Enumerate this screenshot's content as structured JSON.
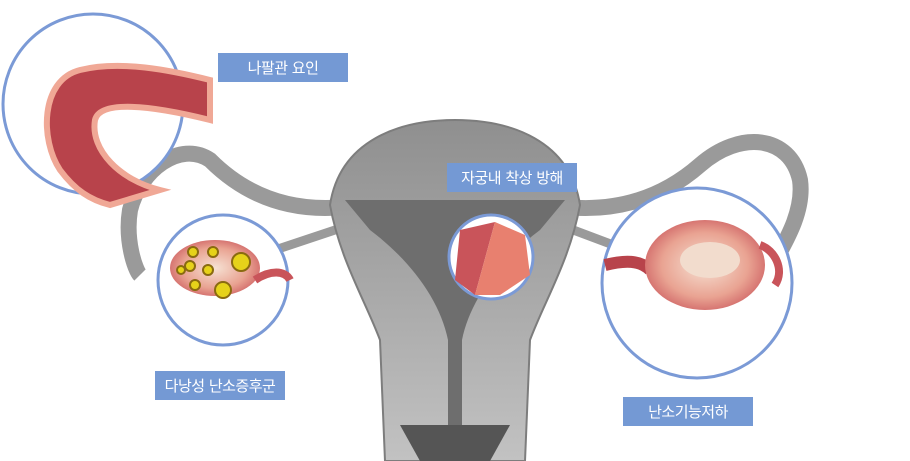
{
  "labels": {
    "tubal_factor": "나팔관 요인",
    "implantation": "자궁내 착상 방해",
    "pcos": "다낭성 난소증후군",
    "ovarian_decline": "난소기능저하"
  },
  "colors": {
    "label_bg": "#7499d4",
    "circle_stroke": "#7b9ad6",
    "tissue": "#c9545a",
    "uterus_gray": "#a9a9a9"
  }
}
